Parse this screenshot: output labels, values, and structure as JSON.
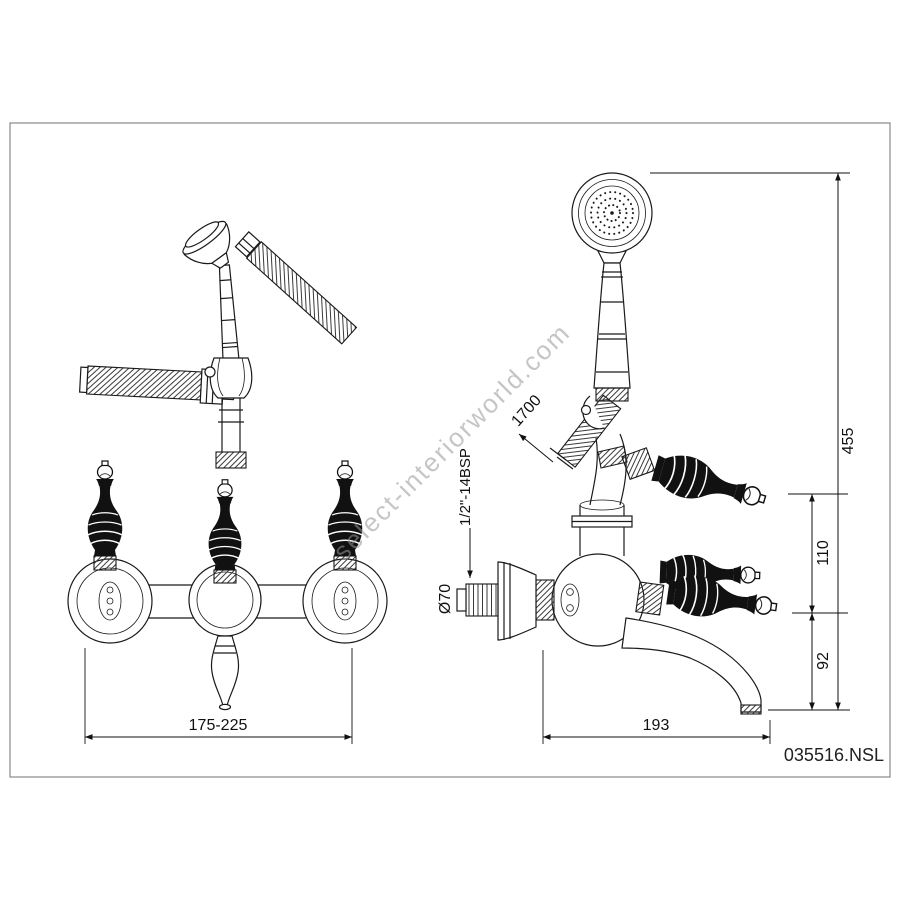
{
  "watermark": {
    "text": "select-interiorworld.com"
  },
  "title_block": {
    "product_code": "035516.NSL"
  },
  "front_view": {
    "dim_width": "175-225"
  },
  "side_view": {
    "dim_hose_length": "1700",
    "dim_thread": "1/2\"-14BSP",
    "dim_diameter": "Ø70",
    "dim_height_total": "455",
    "dim_height_handle": "110",
    "dim_height_spout": "92",
    "dim_depth": "193"
  }
}
